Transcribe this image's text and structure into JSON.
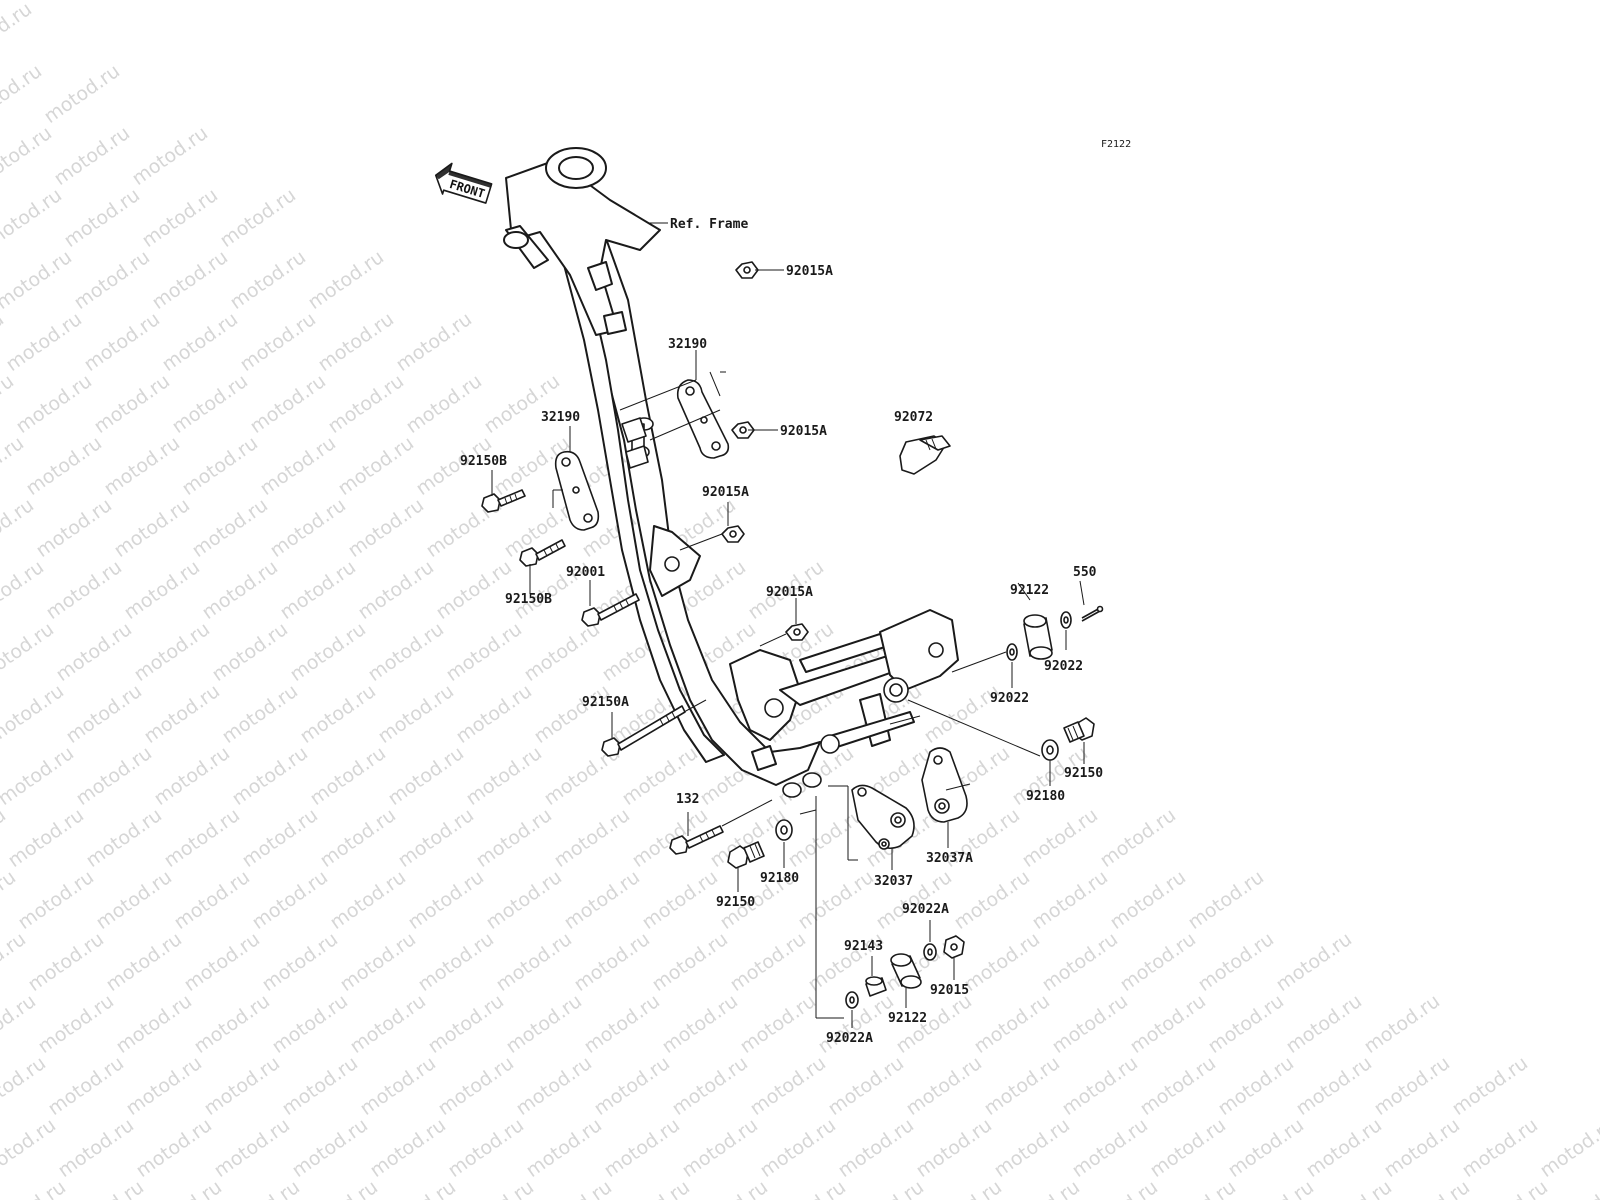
{
  "watermark": "motod.ru",
  "figure_code": "F2122",
  "front_marker": "FRONT",
  "ref_frame": "Ref. Frame",
  "labels": {
    "p32190_upper": "32190",
    "p32190_lower": "32190",
    "p92015A_1": "92015A",
    "p92015A_2": "92015A",
    "p92015A_3": "92015A",
    "p92015A_4": "92015A",
    "p92150B_1": "92150B",
    "p92150B_2": "92150B",
    "p92001": "92001",
    "p92072": "92072",
    "p92122_upper": "92122",
    "p550": "550",
    "p92022_1": "92022",
    "p92022_2": "92022",
    "p92150A": "92150A",
    "p92150_right": "92150",
    "p92180_right": "92180",
    "p132": "132",
    "p92180_left": "92180",
    "p92150_left": "92150",
    "p32037": "32037",
    "p32037A": "32037A",
    "p92022A_upper": "92022A",
    "p92143": "92143",
    "p92015": "92015",
    "p92122_lower": "92122",
    "p92022A_lower": "92022A"
  }
}
